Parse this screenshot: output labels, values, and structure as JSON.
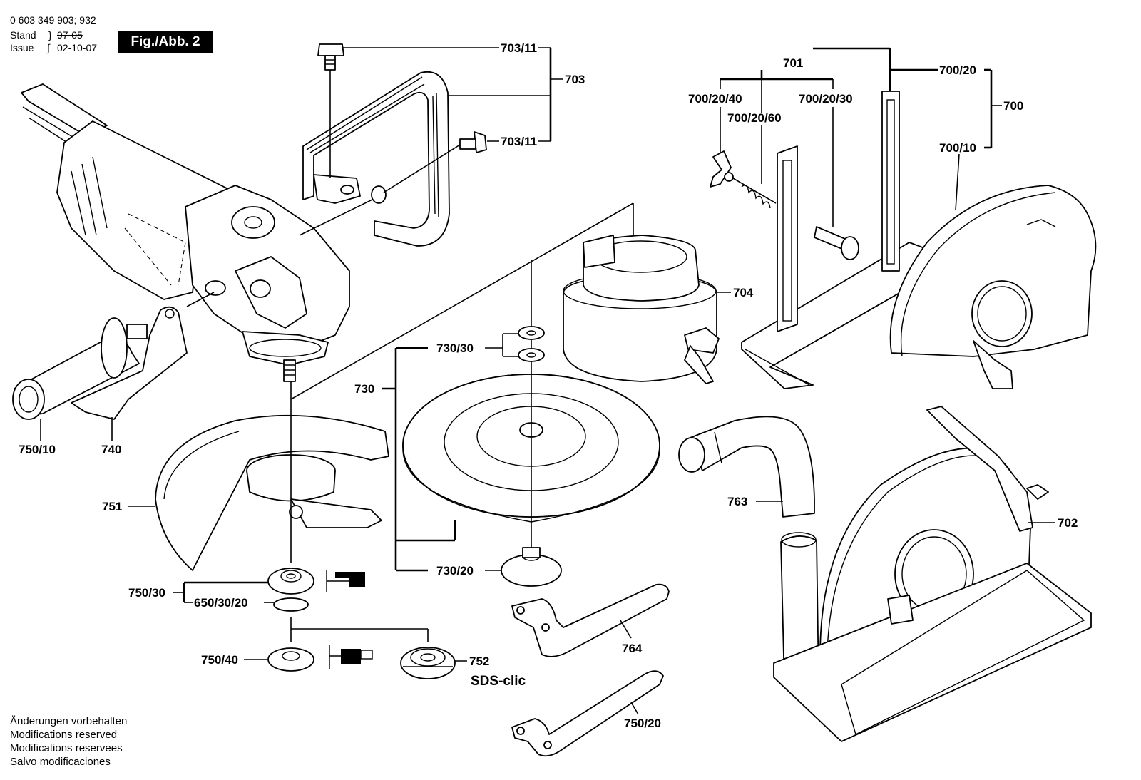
{
  "header": {
    "part_number": "0 603 349 903; 932",
    "stand_label": "Stand",
    "stand_value": "97-05",
    "issue_label": "Issue",
    "issue_value": "02-10-07",
    "figure": "Fig./Abb. 2"
  },
  "notes": [
    "Änderungen vorbehalten",
    "Modifications reserved",
    "Modifications reservees",
    "Salvo modificaciones"
  ],
  "labels": {
    "p703_11_a": "703/11",
    "p703": "703",
    "p703_11_b": "703/11",
    "p701": "701",
    "p700_20": "700/20",
    "p700": "700",
    "p700_20_40": "700/20/40",
    "p700_20_30": "700/20/30",
    "p700_20_60": "700/20/60",
    "p700_10": "700/10",
    "p704": "704",
    "p730_30": "730/30",
    "p730": "730",
    "p730_20": "730/20",
    "p750_10": "750/10",
    "p740": "740",
    "p751": "751",
    "p763": "763",
    "p702": "702",
    "p750_30": "750/30",
    "p650_30_20": "650/30/20",
    "p750_40": "750/40",
    "p752": "752",
    "sds": "SDS-clic",
    "p764": "764",
    "p750_20": "750/20"
  }
}
